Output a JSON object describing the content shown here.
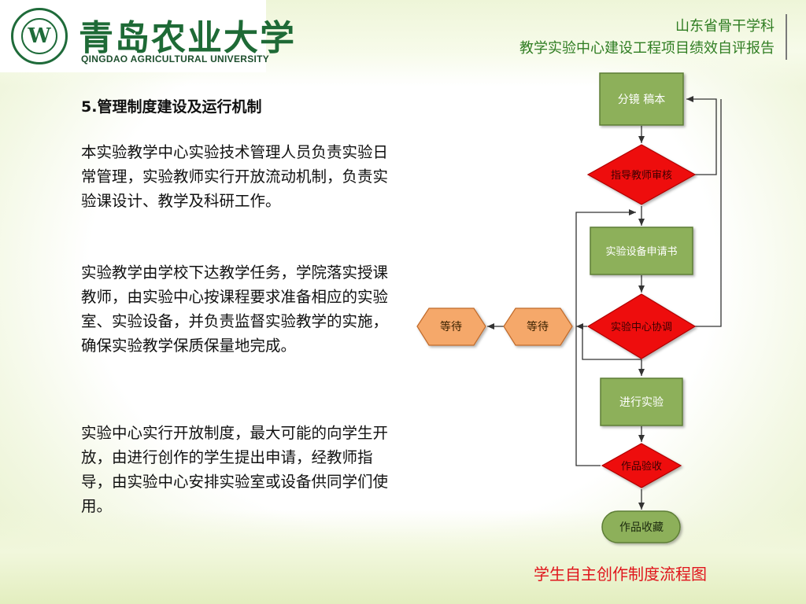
{
  "logo": {
    "school_name_cn": "青岛农业大学",
    "school_name_en": "QINGDAO AGRICULTURAL UNIVERSITY",
    "seal_letter": "W"
  },
  "header": {
    "line1": "山东省骨干学科",
    "line2": "教学实验中心建设工程项目绩效自评报告"
  },
  "section_title": "5.管理制度建设及运行机制",
  "paragraphs": [
    "本实验教学中心实验技术管理人员负责实验日常管理，实验教师实行开放流动机制，负责实验课设计、教学及科研工作。",
    "实验教学由学校下达教学任务，学院落实授课教师，由实验中心按课程要求准备相应的实验室、实验设备，并负责监督实验教学的实施，确保实验教学保质保量地完成。",
    "实验中心实行开放制度，最大可能的向学生开放，由进行创作的学生提出申请，经教师指导，由实验中心安排实验室或设备供同学们使用。"
  ],
  "flowchart": {
    "nodes": {
      "storyboard": "分镜  稿本",
      "teacher_review": "指导教师审核",
      "equipment_application": "实验设备申请书",
      "center_coordination": "实验中心协调",
      "wait_1": "等待",
      "wait_2": "等待",
      "conduct_experiment": "进行实验",
      "work_acceptance": "作品验收",
      "work_collection": "作品收藏"
    },
    "colors": {
      "process_fill": "#8db05a",
      "process_stroke": "#5d7d36",
      "decision_fill": "#ee1111",
      "decision_stroke": "#b00000",
      "wait_fill": "#f5a86b",
      "wait_stroke": "#c06a2a",
      "end_fill": "#8db05a",
      "arrow": "#333333"
    },
    "caption": "学生自主创作制度流程图"
  },
  "colors": {
    "header_text": "#2f7d22",
    "caption_text": "#e0151c"
  }
}
